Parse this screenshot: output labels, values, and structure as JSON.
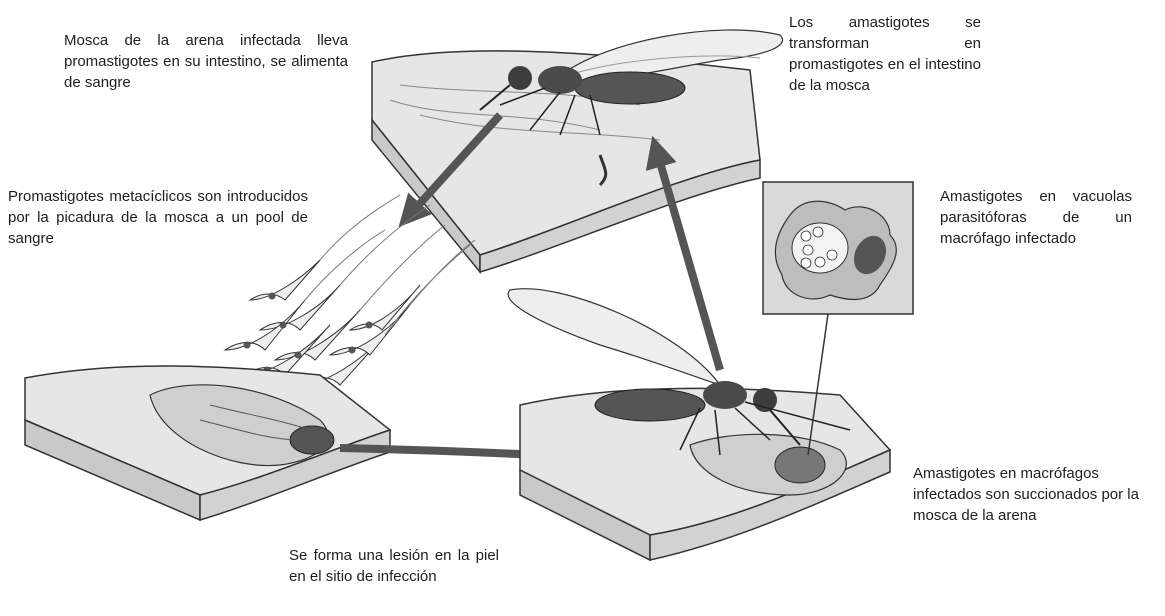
{
  "captions": {
    "fly_bites": "Mosca de la arena infectada lleva promastigotes en su intestino, se alimenta de sangre",
    "amastigotes_transform": "Los amastigotes se transforman en promastigotes en el intestino de la mosca",
    "promastigotes_injected": "Promastigotes metacíclicos son introducidos por la picadura de la mosca a un pool de sangre",
    "amastigotes_vacuoles": "Amastigotes en vacuolas parasitóforas de un macrófago infectado",
    "lesion_forms": "Se forma una lesión en la piel en el sitio de infección",
    "amastigotes_sucked": "Amastigotes en macrófagos infectados son succionados por la mosca de la arena"
  },
  "colors": {
    "arrow": "#555555",
    "skin_top": "#e6e6e6",
    "skin_side": "#c9c9c9",
    "fly_body": "#555555",
    "wing": "#eeeeee",
    "cell": "#bdbdbd",
    "nucleus": "#555555",
    "inset_bg": "#d9d9d9"
  }
}
